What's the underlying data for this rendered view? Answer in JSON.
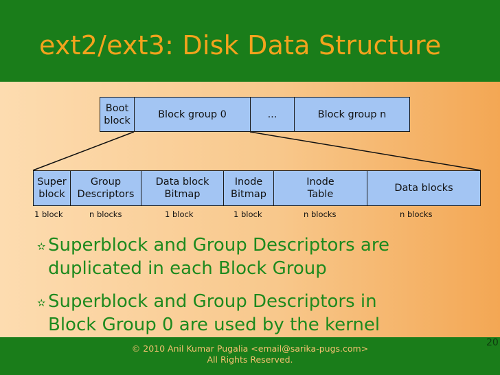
{
  "slide": {
    "title": "ext2/ext3: Disk Data Structure",
    "page_number": "20"
  },
  "top_row": [
    {
      "label": "Boot\nblock"
    },
    {
      "label": "Block group 0"
    },
    {
      "label": "..."
    },
    {
      "label": "Block group n"
    }
  ],
  "detail_row": [
    {
      "label": "Super\nblock",
      "size": "1 block"
    },
    {
      "label": "Group\nDescriptors",
      "size": "n blocks"
    },
    {
      "label": "Data block\nBitmap",
      "size": "1 block"
    },
    {
      "label": "Inode\nBitmap",
      "size": "1 block"
    },
    {
      "label": "Inode\nTable",
      "size": "n blocks"
    },
    {
      "label": "Data blocks",
      "size": "n blocks"
    }
  ],
  "bullets": [
    {
      "line1": "Superblock and Group Descriptors are",
      "line2": "duplicated in each Block Group"
    },
    {
      "line1": "Superblock and Group Descriptors in",
      "line2": "Block Group 0 are used by the kernel"
    }
  ],
  "footer": {
    "line1": "© 2010 Anil Kumar Pugalia <email@sarika-pugs.com>",
    "line2": "All Rights Reserved."
  },
  "colors": {
    "header_green": "#1a7d1a",
    "title_orange": "#f3a31d",
    "box_blue": "#a3c5f3",
    "bullet_green": "#1e8a1e"
  }
}
